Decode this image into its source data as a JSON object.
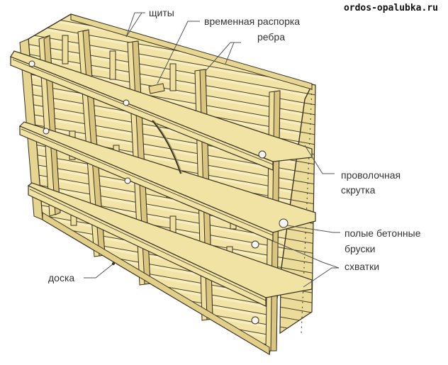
{
  "site": {
    "watermark": "ordos-opalubka.ru"
  },
  "diagram": {
    "subject": "wooden panel formwork",
    "colors": {
      "wood": "#f0e2a2",
      "wood_dark": "#d9c57f",
      "wood_shadow": "#c9b678",
      "outline": "#3a3220",
      "leader": "#555555",
      "bg": "#ffffff"
    },
    "labels": [
      {
        "id": "shields",
        "text": "щиты"
      },
      {
        "id": "temp-brace",
        "text": "временная распорка"
      },
      {
        "id": "ribs",
        "text": "ребра"
      },
      {
        "id": "wire-twist",
        "text": "проволочная скрутка"
      },
      {
        "id": "hollow-concrete",
        "text": "полые бетонные бруски"
      },
      {
        "id": "clamps",
        "text": "схватки"
      },
      {
        "id": "board",
        "text": "доска"
      }
    ],
    "label_lines": {
      "wire_twist": [
        "проволочная",
        "скрутка"
      ],
      "hollow_concrete": [
        "полые бетонные",
        "бруски"
      ]
    }
  }
}
